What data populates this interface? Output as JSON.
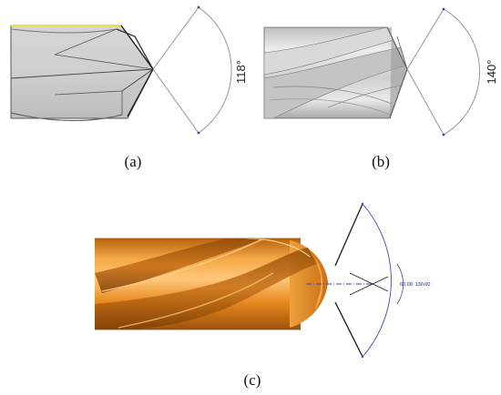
{
  "panels": {
    "a": {
      "label_open": "(",
      "letter": "a",
      "label_close": ")",
      "angle": "118°"
    },
    "b": {
      "label_open": "(",
      "letter": "b",
      "label_close": ")",
      "angle": "140°"
    },
    "c": {
      "label_open": "(",
      "letter": "c",
      "label_close": ")",
      "dim_inner": "60.00",
      "dim_outer": "130.00"
    }
  },
  "colors": {
    "steel_light": "#e4e4e4",
    "steel_dark": "#9a9a9a",
    "gold_light": "#f7b45a",
    "gold_mid": "#e2831c",
    "gold_dark": "#a85a0e",
    "dimension_blue": "#3949ab",
    "construction_line": "#8a8aa0"
  }
}
